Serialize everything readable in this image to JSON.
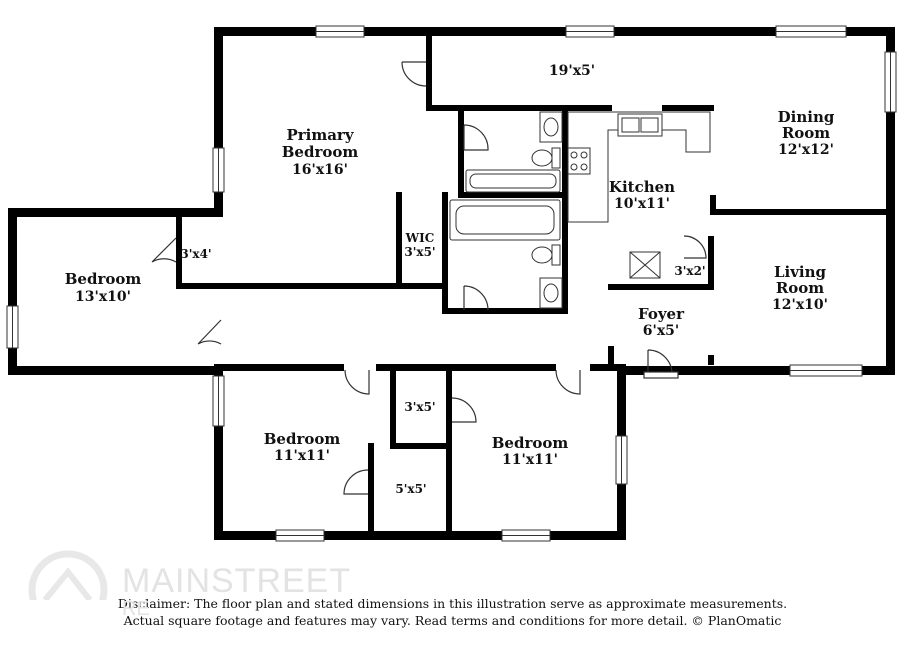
{
  "rooms": {
    "primary_bedroom": {
      "name_line1": "Primary",
      "name_line2": "Bedroom",
      "dims": "16'x16'"
    },
    "bedroom_west": {
      "name": "Bedroom",
      "dims": "13'x10'"
    },
    "closet_west": {
      "dims": "3'x4'"
    },
    "wic": {
      "name": "WIC",
      "dims": "3'x5'"
    },
    "porch": {
      "dims": "19'x5'"
    },
    "dining_room": {
      "name_line1": "Dining",
      "name_line2": "Room",
      "dims": "12'x12'"
    },
    "kitchen": {
      "name": "Kitchen",
      "dims": "10'x11'"
    },
    "closet_foyer": {
      "dims": "3'x2'"
    },
    "living_room": {
      "name_line1": "Living",
      "name_line2": "Room",
      "dims": "12'x10'"
    },
    "foyer": {
      "name": "Foyer",
      "dims": "6'x5'"
    },
    "bedroom_sw": {
      "name": "Bedroom",
      "dims": "11'x11'"
    },
    "closet_mid_upper": {
      "dims": "3'x5'"
    },
    "closet_mid_lower": {
      "dims": "5'x5'"
    },
    "bedroom_se": {
      "name": "Bedroom",
      "dims": "11'x11'"
    }
  },
  "watermark": {
    "line1": "MAINSTREET",
    "line2": "RE"
  },
  "disclaimer": {
    "line1": "Disclaimer: The floor plan and stated dimensions in this illustration serve as approximate measurements.",
    "line2": "Actual square footage and features may vary. Read terms and conditions for more detail. © PlanOmatic"
  }
}
